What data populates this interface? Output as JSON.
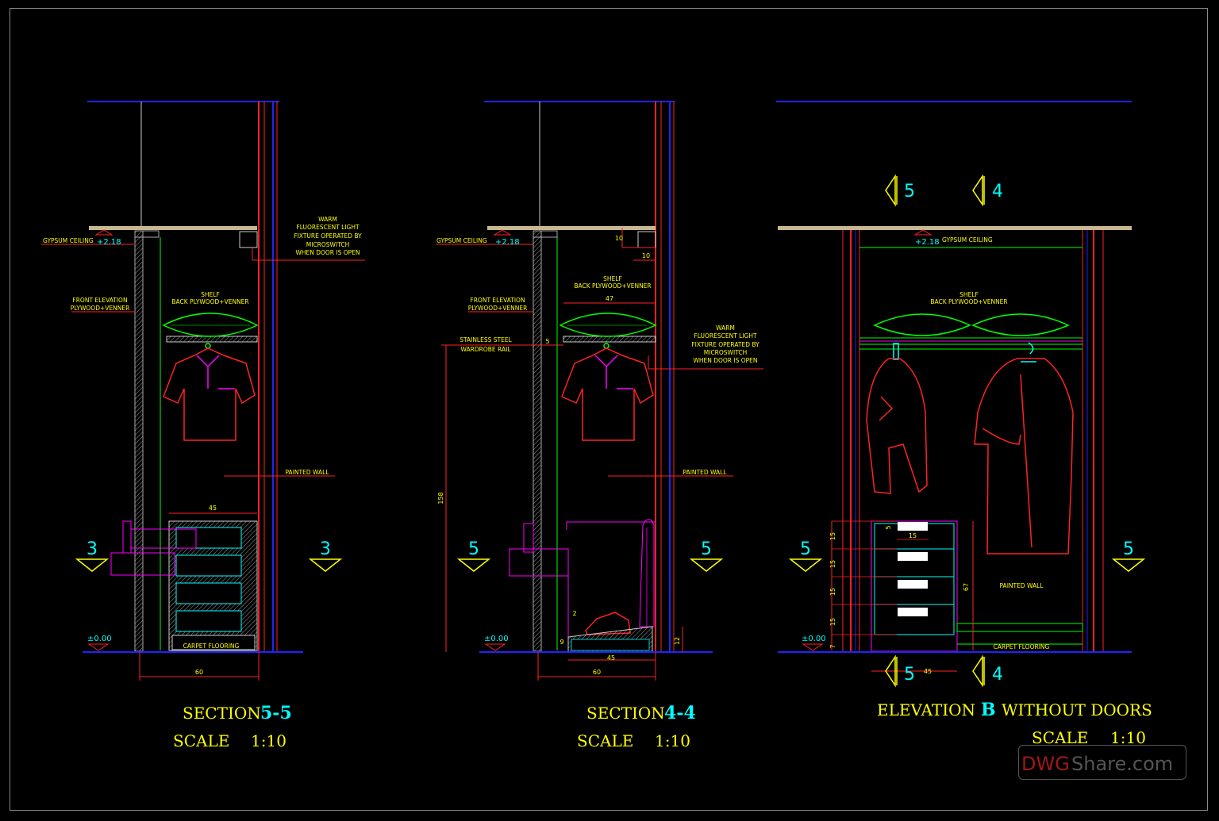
{
  "section_55": {
    "ceiling_label": "GYPSUM CEILING",
    "ceiling_level": "+2.18",
    "light_note": [
      "WARM",
      "FLUORESCENT LIGHT",
      "FIXTURE OPERATED BY",
      "MICROSWITCH",
      "WHEN DOOR IS OPEN"
    ],
    "front_elevation": [
      "FRONT ELEVATION",
      "PLYWOOD+VENNER"
    ],
    "shelf": [
      "SHELF",
      "BACK PLYWOOD+VENNER"
    ],
    "painted_wall": "PAINTED WALL",
    "floor_level": "±0.00",
    "carpet": "CARPET FLOORING",
    "dim_drawer": "45",
    "dim_total": "60",
    "marker_left": "3",
    "marker_right": "3",
    "title_word": "SECTION",
    "title_num": "5-5",
    "scale_word": "SCALE",
    "scale_val": "1:10"
  },
  "section_44": {
    "ceiling_label": "GYPSUM CEILING",
    "ceiling_level": "+2.18",
    "dim_light_h": "10",
    "dim_light_w": "10",
    "shelf": [
      "SHELF",
      "BACK PLYWOOD+VENNER"
    ],
    "front_elevation": [
      "FRONT ELEVATION",
      "PLYWOOD+VENNER"
    ],
    "dim_shelf": "47",
    "rail_label": [
      "STAINLESS STEEL",
      "WARDROBE RAIL"
    ],
    "dim_rail": "5",
    "light_note": [
      "WARM",
      "FLUORESCENT LIGHT",
      "FIXTURE OPERATED BY",
      "MICROSWITCH",
      "WHEN DOOR IS OPEN"
    ],
    "dim_height": "158",
    "painted_wall": "PAINTED WALL",
    "floor_level": "±0.00",
    "dim_shoe_angle": "2",
    "dim_shoe_9": "9",
    "dim_shoe_12": "12",
    "dim_shoe_w": "45",
    "dim_total": "60",
    "marker_left": "5",
    "marker_right": "5",
    "title_word": "SECTION",
    "title_num": "4-4",
    "scale_word": "SCALE",
    "scale_val": "1:10"
  },
  "elevation_b": {
    "top_marker_1": "5",
    "top_marker_2": "4",
    "ceiling_level": "+2.18",
    "ceiling_label": "GYPSUM CEILING",
    "shelf": [
      "SHELF",
      "BACK PLYWOOD+VENNER"
    ],
    "painted_wall": "PAINTED WALL",
    "carpet": "CARPET FLOORING",
    "floor_level": "±0.00",
    "drawer_dims": [
      "15",
      "15",
      "15",
      "15"
    ],
    "dim_5": "5",
    "dim_handle": "15",
    "dim_7": "7",
    "dim_67": "67",
    "dim_45": "45",
    "marker_left": "5",
    "marker_right": "5",
    "bottom_marker_1": "5",
    "bottom_marker_2": "4",
    "title_a": "ELEVATION",
    "title_b": "B",
    "title_c": "WITHOUT DOORS",
    "scale_word": "SCALE",
    "scale_val": "1:10"
  },
  "watermark": {
    "part1": "DWG",
    "part2": "Share.com"
  },
  "colors": {
    "background": "#000000",
    "annotation": "#ffff00",
    "level": "#00ffff",
    "wall": "#ff0000",
    "ceiling": "#0000ff"
  }
}
